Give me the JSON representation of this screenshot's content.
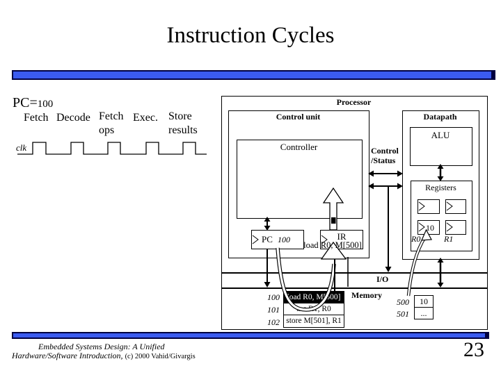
{
  "slide": {
    "title": "Instruction Cycles",
    "page_number": "23",
    "footer": {
      "line1": "Embedded Systems Design: A Unified",
      "line2": "Hardware/Software Introduction, ",
      "credit": "(c) 2000 Vahid/Givargis"
    }
  },
  "timing": {
    "pc_label": "PC=",
    "pc_value": "100",
    "clk_label": "clk",
    "phases": [
      {
        "label": "Fetch",
        "sublabel": ""
      },
      {
        "label": "Decode",
        "sublabel": ""
      },
      {
        "label": "Fetch",
        "sublabel": "ops"
      },
      {
        "label": "Exec.",
        "sublabel": ""
      },
      {
        "label": "Store",
        "sublabel": "results"
      }
    ]
  },
  "processor": {
    "label": "Processor",
    "control_unit": {
      "label": "Control unit",
      "controller": "Controller",
      "pc": {
        "label": "PC",
        "value": "100"
      },
      "ir": {
        "label": "IR",
        "value": "load R0, M[500]"
      }
    },
    "control_status": {
      "line1": "Control",
      "line2": "/Status"
    },
    "datapath": {
      "label": "Datapath",
      "alu": "ALU",
      "registers": {
        "label": "Registers",
        "r0_label": "R0",
        "r1_label": "R1",
        "r0_value": "10",
        "r1_value": ""
      }
    }
  },
  "io": {
    "label": "I/O"
  },
  "memory": {
    "label": "Memory",
    "program": [
      {
        "addr": "100",
        "instr": "load R0, M[500]"
      },
      {
        "addr": "101",
        "instr": "inc R1, R0"
      },
      {
        "addr": "102",
        "instr": "store M[501], R1"
      }
    ],
    "data": [
      {
        "addr": "500",
        "value": "10"
      },
      {
        "addr": "501",
        "value": "..."
      }
    ]
  },
  "colors": {
    "bar_fill": "#3B5BF0",
    "bar_border": "#000040",
    "highlight_bg": "#000000",
    "highlight_fg": "#FFFFFF"
  }
}
